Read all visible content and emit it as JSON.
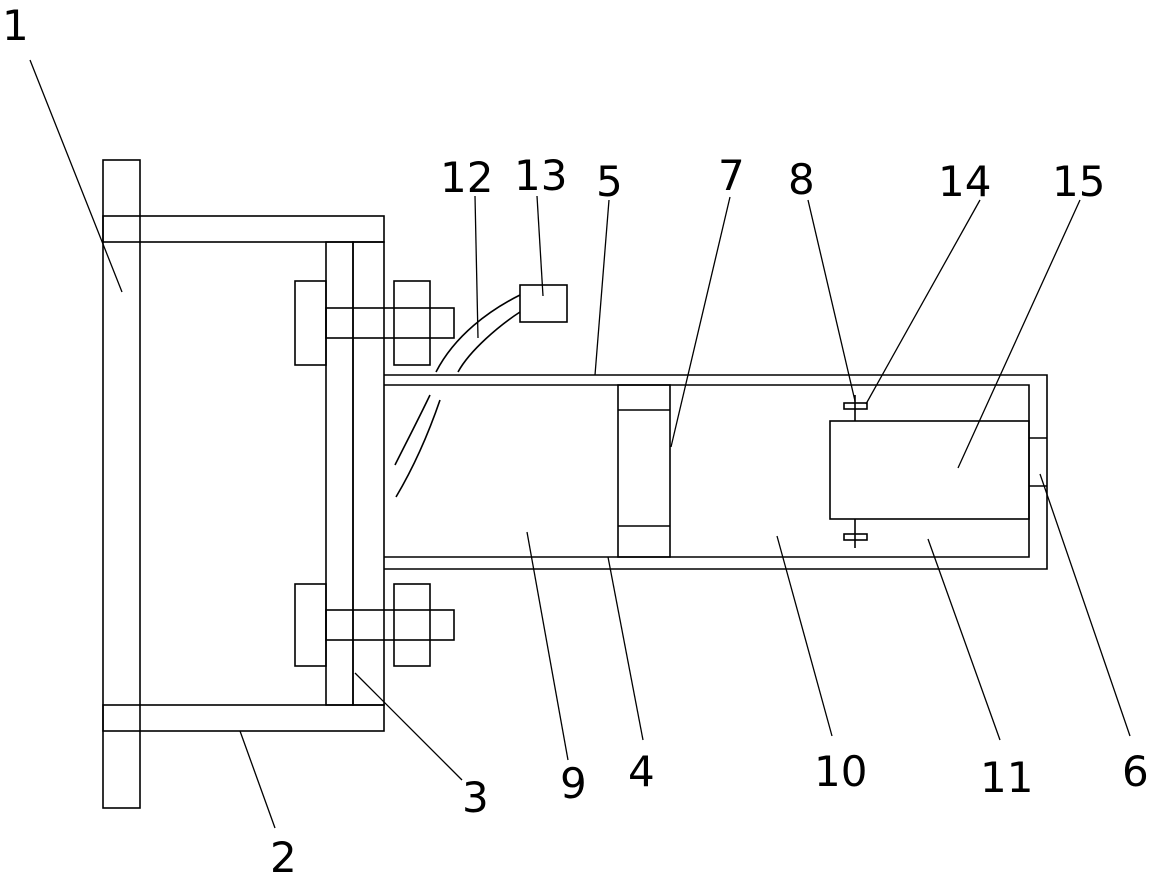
{
  "labels": {
    "n1": "1",
    "n2": "2",
    "n3": "3",
    "n4": "4",
    "n5": "5",
    "n6": "6",
    "n7": "7",
    "n8": "8",
    "n9": "9",
    "n10": "10",
    "n11": "11",
    "n12": "12",
    "n13": "13",
    "n14": "14",
    "n15": "15"
  },
  "colors": {
    "line": "#000000",
    "background": "#ffffff"
  }
}
